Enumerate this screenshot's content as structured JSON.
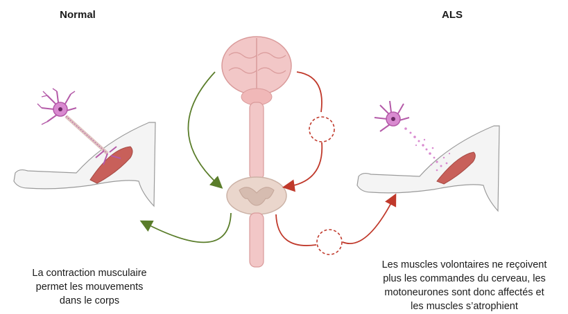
{
  "titles": {
    "normal": "Normal",
    "als": "ALS"
  },
  "captions": {
    "normal": [
      "La contraction musculaire",
      "permet les mouvements",
      "dans le corps"
    ],
    "als": [
      "Les muscles volontaires ne reçoivent",
      "plus les commandes du cerveau, les",
      "motoneurones sont donc affectés et",
      "les muscles s’atrophient"
    ]
  },
  "colors": {
    "healthy_arrow": "#5a7d2a",
    "als_arrow": "#c0392b",
    "neuron": "#b45aa8",
    "muscle": "#c8605a",
    "brain": "#f2c7c7",
    "spinal_cord": "#ead6cc",
    "skin_outline": "#9a9a9a"
  }
}
